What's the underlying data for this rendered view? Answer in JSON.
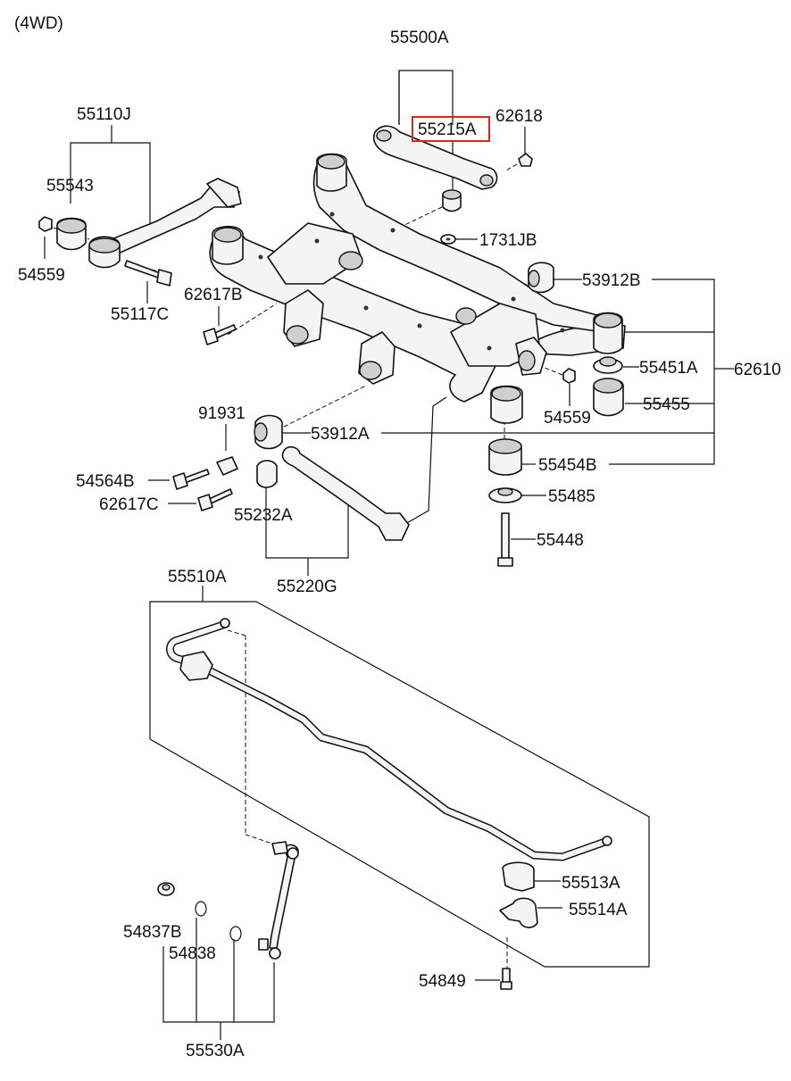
{
  "variant": "(4WD)",
  "highlight_color": "#e0251b",
  "labels": {
    "p55500A": "55500A",
    "p55215A": "55215A",
    "p62618": "62618",
    "p55110J": "55110J",
    "p55543": "55543",
    "p54559a": "54559",
    "p55117C": "55117C",
    "p1731JB": "1731JB",
    "p53912B": "53912B",
    "p62617B": "62617B",
    "p55451A": "55451A",
    "p62610": "62610",
    "p54559b": "54559",
    "p55455": "55455",
    "p91931": "91931",
    "p53912A": "53912A",
    "p54564B": "54564B",
    "p55454B": "55454B",
    "p62617C": "62617C",
    "p55485": "55485",
    "p55232A": "55232A",
    "p55448": "55448",
    "p55220G": "55220G",
    "p55510A": "55510A",
    "p55513A": "55513A",
    "p55514A": "55514A",
    "p54837B": "54837B",
    "p54838": "54838",
    "p54849": "54849",
    "p55530A": "55530A"
  }
}
